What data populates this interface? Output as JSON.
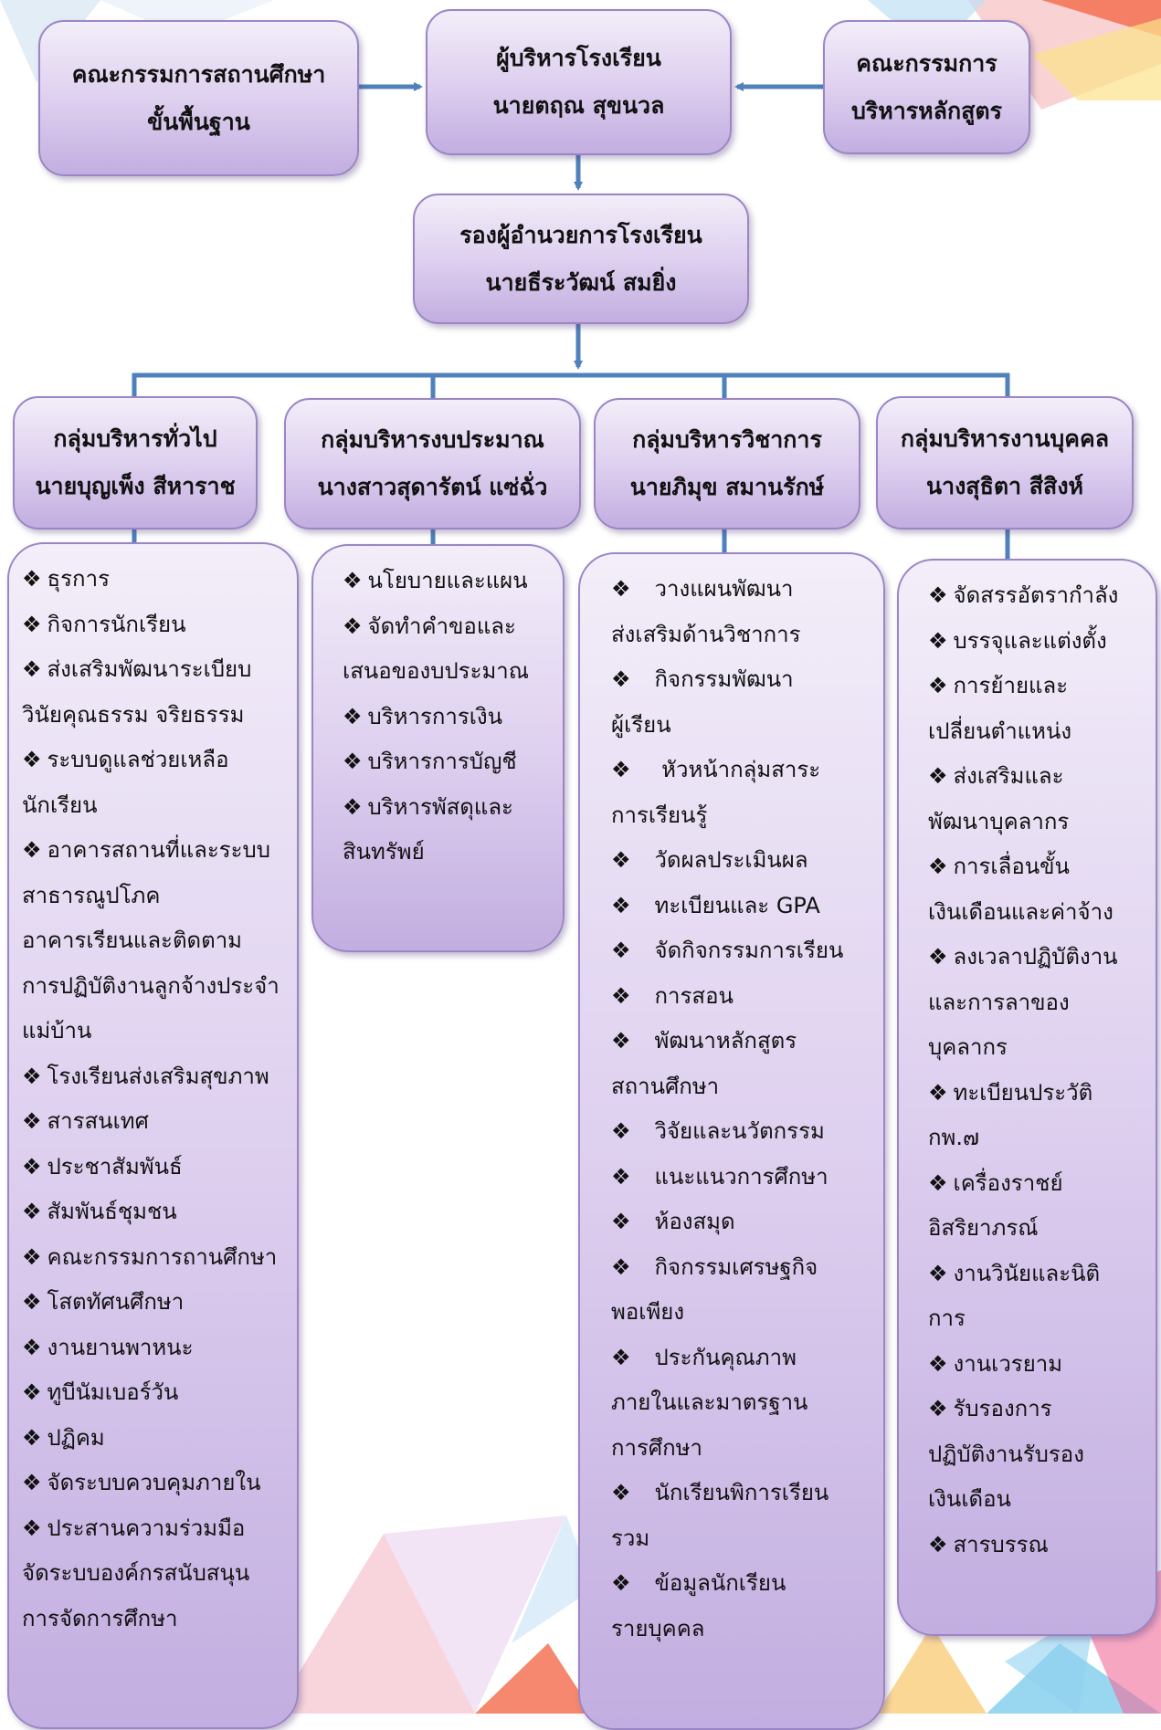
{
  "colors": {
    "box_fill_top": "#f3eef9",
    "box_fill_bottom": "#c2aee0",
    "box_border": "#9a86c4",
    "connector": "#4f81bd"
  },
  "top": {
    "left_committee": [
      "คณะกรรมการสถานศึกษา",
      "ขั้นพื้นฐาน"
    ],
    "director": [
      "ผู้บริหารโรงเรียน",
      "นายตฤณ   สุขนวล"
    ],
    "right_committee": [
      "คณะกรรมการ",
      "บริหารหลักสูตร"
    ]
  },
  "deputy": [
    "รองผู้อำนวยการโรงเรียน",
    "นายธีระวัฒน์   สมยิ่ง"
  ],
  "groups": [
    {
      "title": [
        "กลุ่มบริหารทั่วไป",
        "นายบุญเพ็ง สีหาราช"
      ],
      "items": [
        {
          "mark": true,
          "text": "ธุรการ"
        },
        {
          "mark": true,
          "text": "กิจการนักเรียน"
        },
        {
          "mark": true,
          "text": "ส่งเสริมพัฒนาระเบียบ",
          "cont": "วินัยคุณธรรม จริยธรรม"
        },
        {
          "mark": true,
          "text": "ระบบดูแลช่วยเหลือ",
          "cont": "นักเรียน"
        },
        {
          "mark": true,
          "text": "อาคารสถานที่และระบบ",
          "cont": "สาธารณูปโภค"
        },
        {
          "mark": false,
          "text": "อาคารเรียนและติดตาม"
        },
        {
          "mark": false,
          "text": "การปฏิบัติงานลูกจ้างประจำ"
        },
        {
          "mark": false,
          "text": "แม่บ้าน"
        },
        {
          "mark": true,
          "text": "โรงเรียนส่งเสริมสุขภาพ"
        },
        {
          "mark": true,
          "text": "สารสนเทศ"
        },
        {
          "mark": true,
          "text": "ประชาสัมพันธ์"
        },
        {
          "mark": true,
          "text": "สัมพันธ์ชุมชน"
        },
        {
          "mark": true,
          "text": "คณะกรรมการถานศึกษา"
        },
        {
          "mark": true,
          "text": "โสตทัศนศึกษา"
        },
        {
          "mark": true,
          "text": "งานยานพาหนะ"
        },
        {
          "mark": true,
          "text": "ทูบีนัมเบอร์วัน"
        },
        {
          "mark": true,
          "text": "ปฏิคม"
        },
        {
          "mark": true,
          "text": "จัดระบบควบคุมภายใน"
        },
        {
          "mark": true,
          "text": "ประสานความร่วมมือ",
          "cont": "จัดระบบองค์กรสนับสนุน"
        },
        {
          "mark": false,
          "text": "การจัดการศึกษา"
        }
      ]
    },
    {
      "title": [
        "กลุ่มบริหารงบประมาณ",
        "นางสาวสุดารัตน์ แซ่ฉั่ว"
      ],
      "items": [
        {
          "mark": true,
          "text": "นโยบายและแผน"
        },
        {
          "mark": true,
          "text": "จัดทำคำขอและ",
          "cont": "เสนอของบประมาณ"
        },
        {
          "mark": true,
          "text": "บริหารการเงิน"
        },
        {
          "mark": true,
          "text": "บริหารการบัญชี"
        },
        {
          "mark": true,
          "text": "บริหารพัสดุและ",
          "cont": "สินทรัพย์"
        }
      ]
    },
    {
      "title": [
        "กลุ่มบริหารวิชาการ",
        "นายภิมุข  สมานรักษ์"
      ],
      "items": [
        {
          "mark": true,
          "text": "วางแผนพัฒนา",
          "cont": "ส่งเสริมด้านวิชาการ"
        },
        {
          "mark": true,
          "text": "กิจกรรมพัฒนา",
          "cont": "ผู้เรียน"
        },
        {
          "mark": true,
          "text": " หัวหน้ากลุ่มสาระ",
          "cont": "การเรียนรู้"
        },
        {
          "mark": true,
          "text": "วัดผลประเมินผล"
        },
        {
          "mark": true,
          "text": "ทะเบียนและ GPA"
        },
        {
          "mark": true,
          "text": "จัดกิจกรรมการเรียน"
        },
        {
          "mark": true,
          "text": "การสอน"
        },
        {
          "mark": true,
          "text": "พัฒนาหลักสูตร",
          "cont": "สถานศึกษา"
        },
        {
          "mark": true,
          "text": "วิจัยและนวัตกรรม"
        },
        {
          "mark": true,
          "text": "แนะแนวการศึกษา"
        },
        {
          "mark": true,
          "text": "ห้องสมุด"
        },
        {
          "mark": true,
          "text": "กิจกรรมเศรษฐกิจ",
          "cont": "พอเพียง"
        },
        {
          "mark": true,
          "text": "ประกันคุณภาพ",
          "cont": "ภายในและมาตรฐาน\nการศึกษา"
        },
        {
          "mark": true,
          "text": "นักเรียนพิการเรียน",
          "cont": "รวม"
        },
        {
          "mark": true,
          "text": "ข้อมูลนักเรียน",
          "cont": "รายบุคคล"
        }
      ]
    },
    {
      "title": [
        "กลุ่มบริหารงานบุคคล",
        "นางสุธิตา  สีสิงห์"
      ],
      "items": [
        {
          "mark": true,
          "text": "จัดสรรอัตรากำลัง"
        },
        {
          "mark": true,
          "text": "บรรจุและแต่งตั้ง"
        },
        {
          "mark": true,
          "text": "การย้ายและ",
          "cont": "เปลี่ยนตำแหน่ง"
        },
        {
          "mark": true,
          "text": "ส่งเสริมและ",
          "cont": "พัฒนาบุคลากร"
        },
        {
          "mark": true,
          "text": "การเลื่อนขั้น",
          "cont": "เงินเดือนและค่าจ้าง"
        },
        {
          "mark": true,
          "text": "ลงเวลาปฏิบัติงาน",
          "cont": "และการลาของ\nบุคลากร"
        },
        {
          "mark": true,
          "text": "ทะเบียนประวัติ",
          "cont": "กพ.๗"
        },
        {
          "mark": true,
          "text": "เครื่องราชย์",
          "cont": "อิสริยาภรณ์"
        },
        {
          "mark": true,
          "text": "งานวินัยและนิติ",
          "cont": "การ"
        },
        {
          "mark": true,
          "text": "งานเวรยาม"
        },
        {
          "mark": true,
          "text": "รับรองการ",
          "cont": "ปฏิบัติงานรับรอง\nเงินเดือน"
        },
        {
          "mark": true,
          "text": "สารบรรณ"
        }
      ]
    }
  ]
}
